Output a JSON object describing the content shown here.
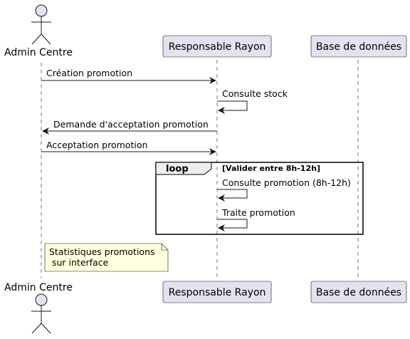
{
  "participants": {
    "admin": {
      "label": "Admin Centre"
    },
    "rayon": {
      "label": "Responsable Rayon"
    },
    "db": {
      "label": "Base de données"
    }
  },
  "messages": [
    {
      "from": "admin",
      "to": "rayon",
      "label": "Création promotion"
    },
    {
      "from": "rayon",
      "to": "rayon",
      "label": "Consulte stock"
    },
    {
      "from": "rayon",
      "to": "admin",
      "label": "Demande d'acceptation promotion"
    },
    {
      "from": "admin",
      "to": "rayon",
      "label": "Acceptation promotion"
    },
    {
      "from": "rayon",
      "to": "rayon",
      "label": "Consulte promotion (8h-12h)"
    },
    {
      "from": "rayon",
      "to": "rayon",
      "label": "Traite promotion"
    }
  ],
  "loop": {
    "keyword": "loop",
    "guard": "[Valider entre 8h-12h]"
  },
  "note": {
    "lines": [
      "Statistiques promotions",
      " sur interface"
    ]
  },
  "colors": {
    "participant_fill": "#E2E2F0",
    "participant_stroke": "#181818",
    "lifeline": "#181818",
    "note_fill": "#FEFFDD",
    "actor_fill": "#E2E2F0"
  }
}
